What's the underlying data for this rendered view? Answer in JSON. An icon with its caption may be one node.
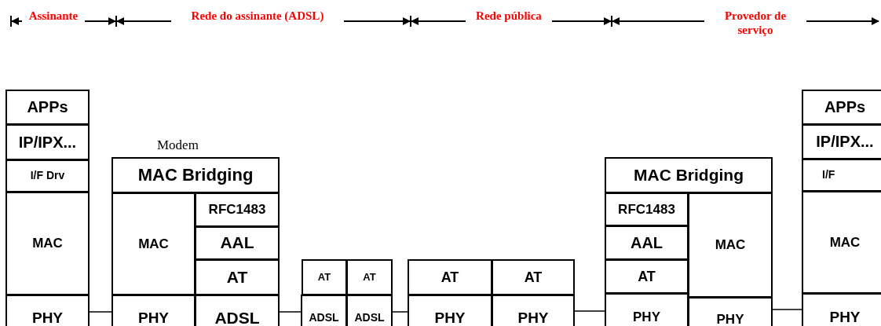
{
  "diagram": {
    "nodes": [
      {
        "text": [
          "APPs"
        ]
      },
      {
        "text": [
          "IP/IPX..."
        ]
      },
      {
        "text": [
          "I/F Drv"
        ]
      },
      {
        "text": [
          "MAC"
        ]
      },
      {
        "text": [
          "PHY"
        ]
      },
      {
        "text": [
          "MAC Bridging"
        ]
      },
      {
        "text": [
          "MAC"
        ]
      },
      {
        "text": [
          "RFC1483"
        ]
      },
      {
        "text": [
          "AAL"
        ]
      },
      {
        "text": [
          "AT"
        ]
      },
      {
        "text": [
          "PHY"
        ]
      },
      {
        "text": [
          "ADSL"
        ]
      },
      {
        "text": [
          "AT"
        ]
      },
      {
        "text": [
          "AT"
        ]
      },
      {
        "text": [
          "ADSL"
        ]
      },
      {
        "text": [
          "ADSL"
        ]
      },
      {
        "text": [
          "AT"
        ]
      },
      {
        "text": [
          "AT"
        ]
      },
      {
        "text": [
          "PHY"
        ]
      },
      {
        "text": [
          "PHY"
        ]
      },
      {
        "text": [
          "MAC Bridging"
        ]
      },
      {
        "text": [
          "RFC1483"
        ]
      },
      {
        "text": [
          "MAC"
        ]
      },
      {
        "text": [
          "AAL"
        ]
      },
      {
        "text": [
          "AT"
        ]
      },
      {
        "text": [
          "PHY"
        ]
      },
      {
        "text": [
          "PHY"
        ]
      },
      {
        "text": [
          "APPs"
        ]
      },
      {
        "text": [
          "IP/IPX..."
        ]
      },
      {
        "text": [
          "I/F"
        ]
      },
      {
        "text": [
          "MAC"
        ]
      },
      {
        "text": [
          "PHY"
        ]
      }
    ],
    "edges": [
      {
        "from": 4,
        "to": 10,
        "arrow": "none"
      },
      {
        "from": 11,
        "to": 14,
        "arrow": "none"
      },
      {
        "from": 15,
        "to": 18,
        "arrow": "none"
      },
      {
        "from": 19,
        "to": 25,
        "arrow": "none"
      },
      {
        "from": 26,
        "to": 31,
        "arrow": "none"
      }
    ],
    "labels": [
      "Assinante",
      "Rede do assinante (ADSL)",
      "Rede pública",
      "Provedor de serviço",
      "Modem"
    ]
  }
}
